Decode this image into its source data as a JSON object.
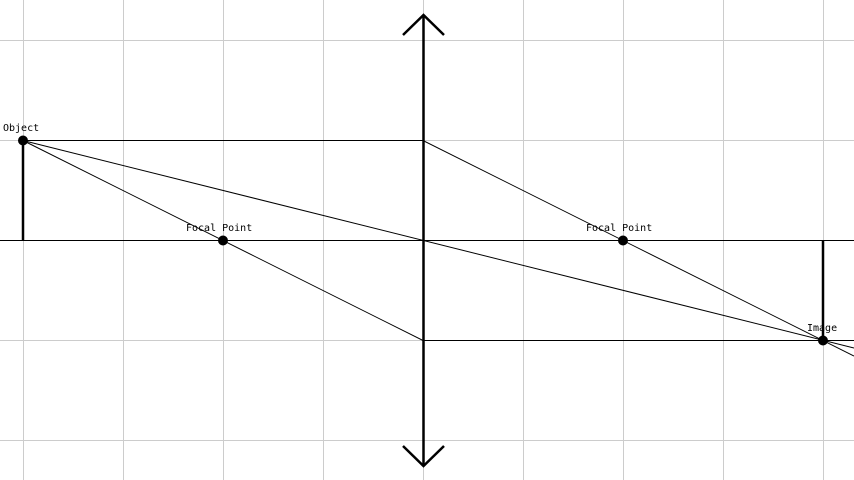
{
  "labels": {
    "object": "Object",
    "focal_left": "Focal Point",
    "focal_right": "Focal Point",
    "image": "Image"
  },
  "colors": {
    "background": "#ffffff",
    "grid": "#cccccc",
    "ink": "#000000"
  }
}
